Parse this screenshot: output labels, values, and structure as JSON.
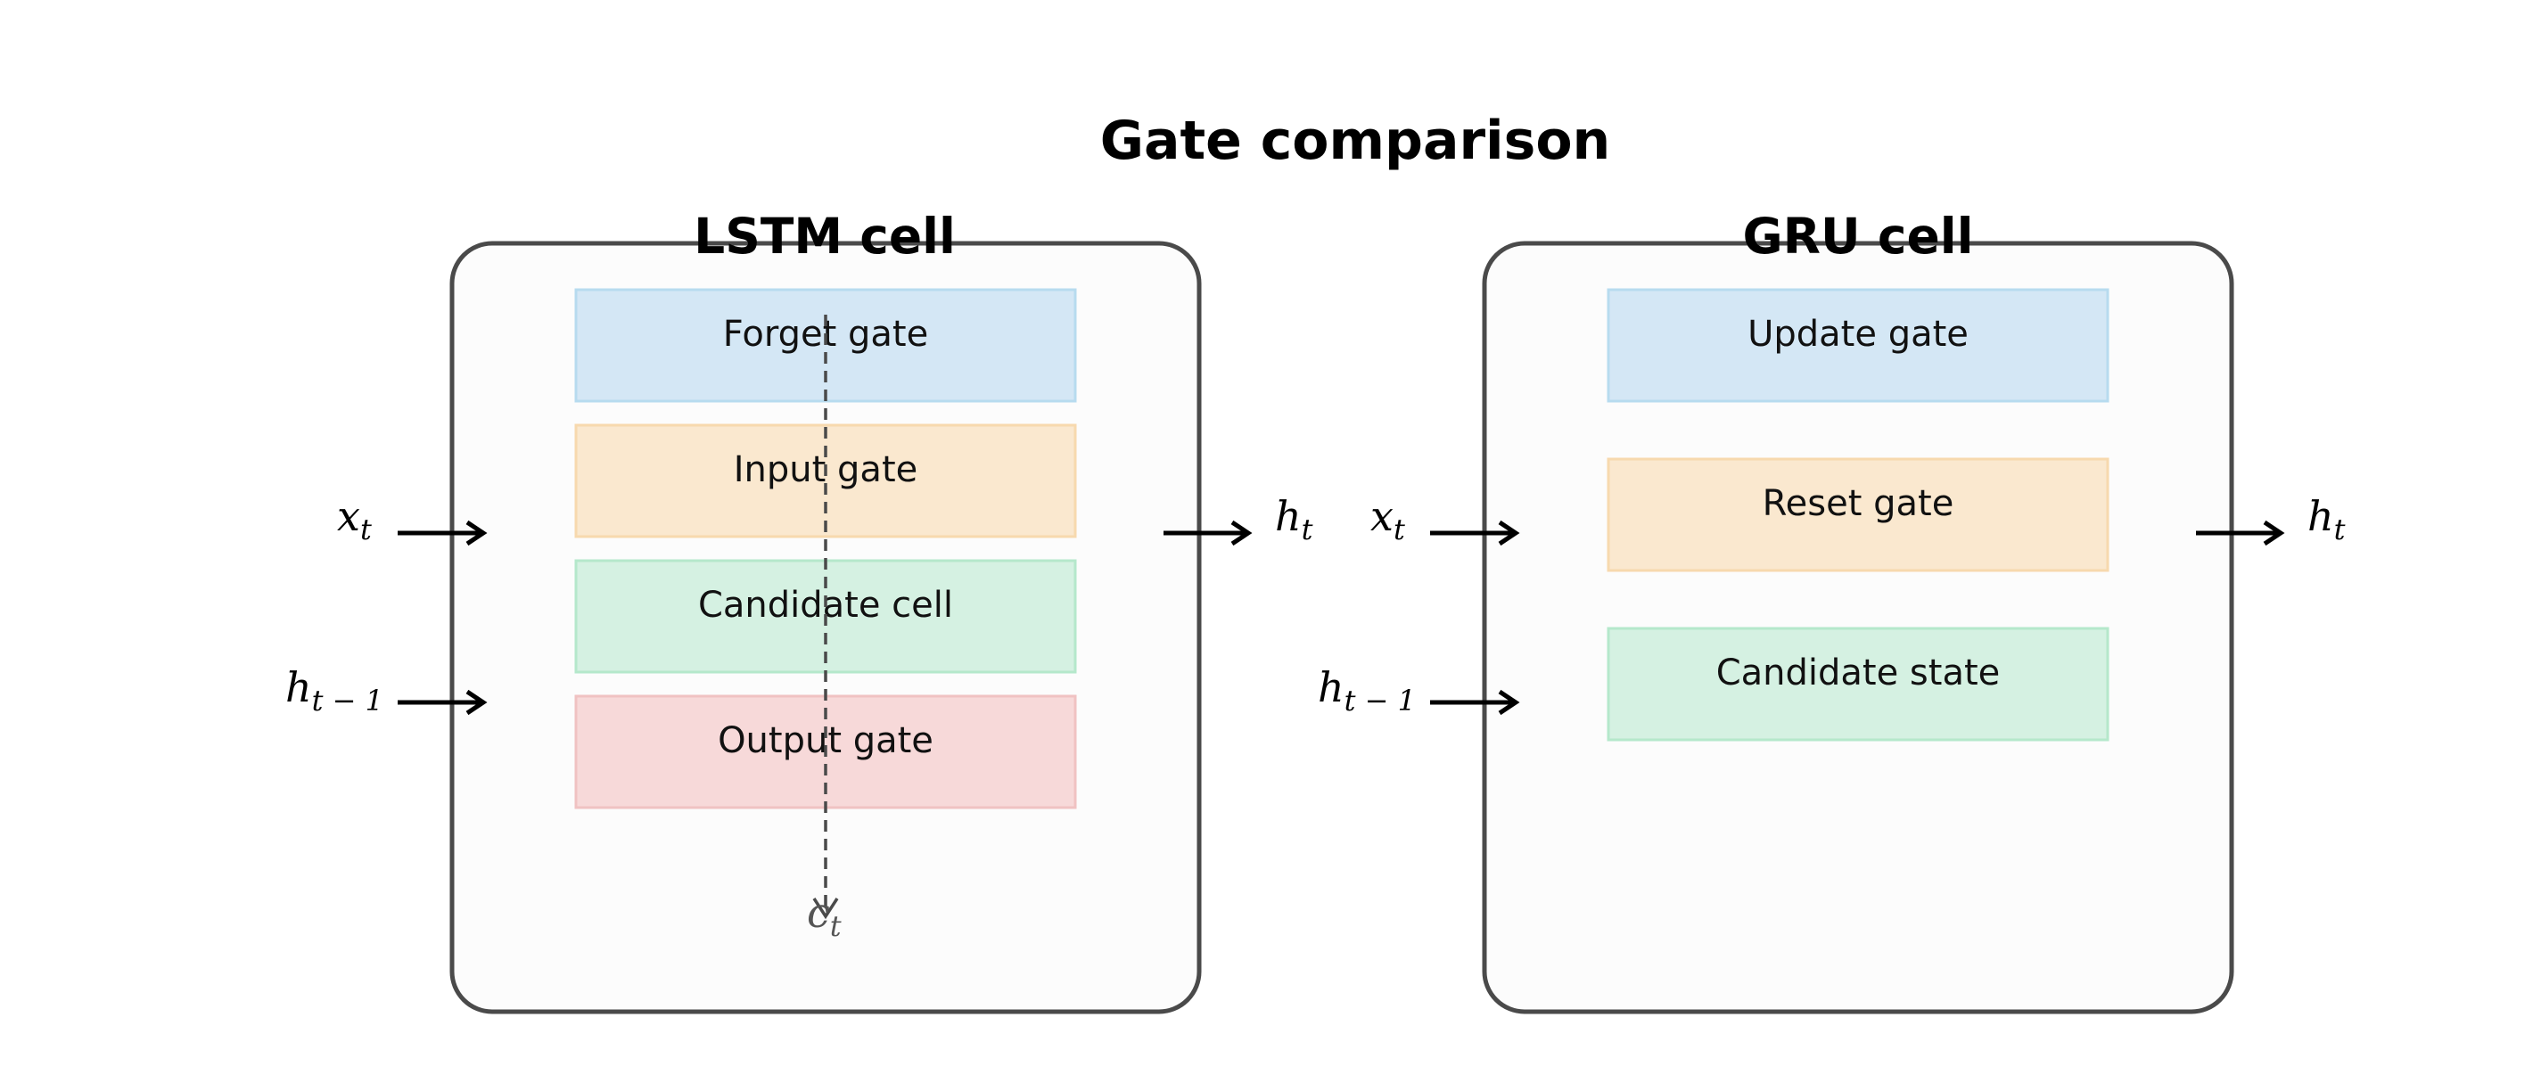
{
  "title": "Gate comparison",
  "colors": {
    "blue_fill": "#d4e7f5",
    "blue_stroke": "#b7dbef",
    "orange_fill": "#fae8cf",
    "orange_stroke": "#f7d9ae",
    "green_fill": "#d5f1e2",
    "green_stroke": "#b5e8cb",
    "red_fill": "#f7d9d9",
    "red_stroke": "#f0c2c2",
    "cell_border": "#4a4a4a"
  },
  "lstm": {
    "title": "LSTM cell",
    "gates": [
      {
        "label": "Forget gate",
        "color": "blue"
      },
      {
        "label": "Input gate",
        "color": "orange"
      },
      {
        "label": "Candidate cell",
        "color": "green"
      },
      {
        "label": "Output gate",
        "color": "red"
      }
    ],
    "inputs": {
      "x": {
        "base": "x",
        "sub": "t"
      },
      "h_prev": {
        "base": "h",
        "sub": "t − 1"
      }
    },
    "output": {
      "base": "h",
      "sub": "t"
    },
    "cell_state": {
      "base": "c",
      "sub": "t"
    }
  },
  "gru": {
    "title": "GRU cell",
    "gates": [
      {
        "label": "Update gate",
        "color": "blue"
      },
      {
        "label": "Reset gate",
        "color": "orange"
      },
      {
        "label": "Candidate state",
        "color": "green"
      }
    ],
    "inputs": {
      "x": {
        "base": "x",
        "sub": "t"
      },
      "h_prev": {
        "base": "h",
        "sub": "t − 1"
      }
    },
    "output": {
      "base": "h",
      "sub": "t"
    }
  }
}
